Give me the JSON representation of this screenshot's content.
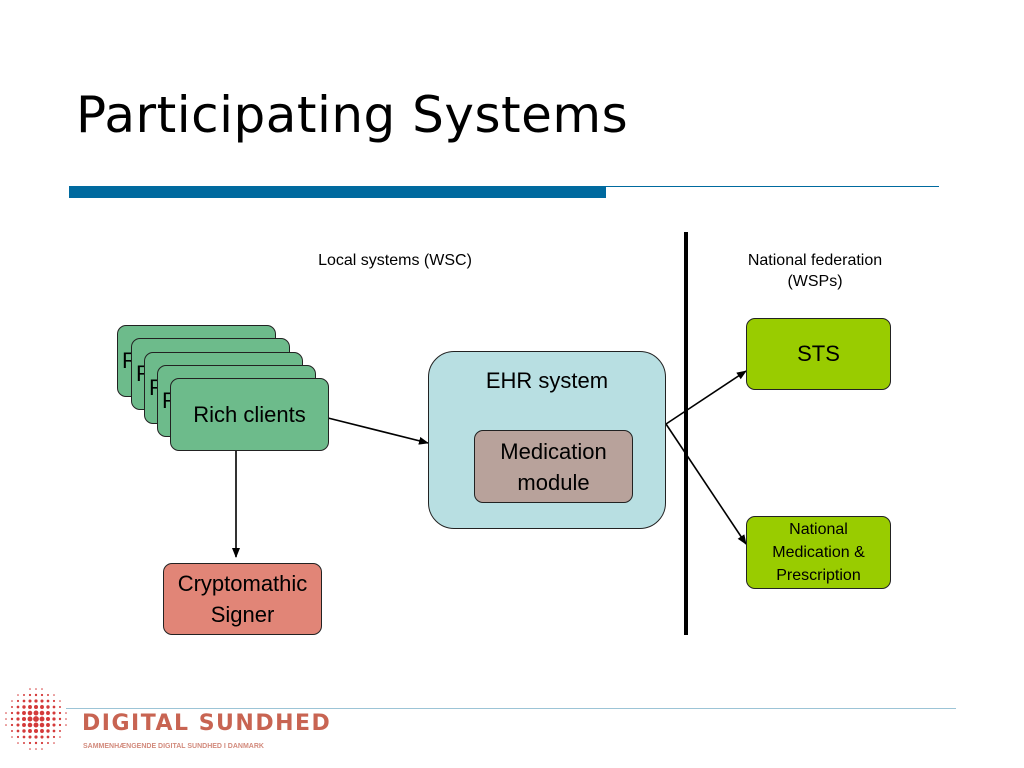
{
  "slide": {
    "title": "Participating Systems"
  },
  "diagram": {
    "local_label": "Local systems (WSC)",
    "national_label_line1": "National federation",
    "national_label_line2": "(WSPs)",
    "rich_clients_stack_fragment_1": "R",
    "rich_clients_stack_fragment_2": "R",
    "rich_clients_stack_fragment_3": "R",
    "rich_clients_stack_fragment_4": "R",
    "rich_clients": "Rich clients",
    "ehr_system": "EHR system",
    "medication_line1": "Medication",
    "medication_line2": "module",
    "crypto_line1": "Cryptomathic",
    "crypto_line2": "Signer",
    "sts": "STS",
    "nmp_line1": "National",
    "nmp_line2": "Medication &",
    "nmp_line3": "Prescription"
  },
  "footer": {
    "logo_name": "DIGITAL SUNDHED",
    "logo_tagline": "SAMMENHÆNGENDE DIGITAL SUNDHED I DANMARK"
  },
  "colors": {
    "accent_blue": "#006a9f",
    "rich_client_green": "#6dbb8b",
    "ehr_blue": "#b8dfe2",
    "module_taupe": "#b8a29b",
    "signer_red": "#e18577",
    "national_green": "#99cc00",
    "logo_red": "#c86452"
  }
}
